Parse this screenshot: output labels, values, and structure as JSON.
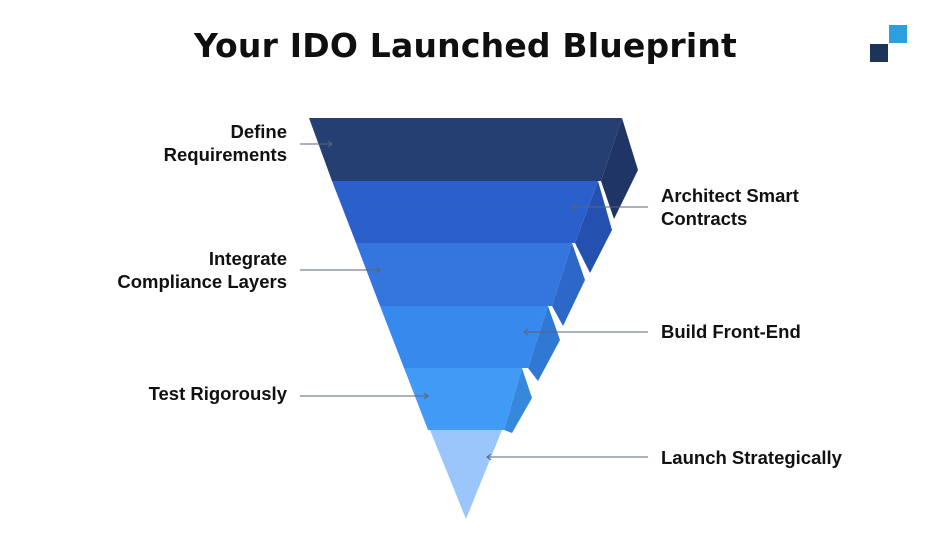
{
  "title": "Your IDO Launched Blueprint",
  "logo_colors": [
    "#2b9fe0",
    "#1b3457"
  ],
  "steps": [
    {
      "lines": [
        "Define",
        "Requirements"
      ],
      "side": "left",
      "color": "#263f72"
    },
    {
      "lines": [
        "Architect Smart",
        "Contracts"
      ],
      "side": "right",
      "color": "#2b5fca"
    },
    {
      "lines": [
        "Integrate",
        "Compliance Layers"
      ],
      "side": "left",
      "color": "#3476de"
    },
    {
      "lines": [
        "Build Front-End"
      ],
      "side": "right",
      "color": "#3789ee"
    },
    {
      "lines": [
        "Test Rigorously"
      ],
      "side": "left",
      "color": "#419bf6"
    },
    {
      "lines": [
        "Launch Strategically"
      ],
      "side": "right",
      "color": "#9ac6fb"
    }
  ]
}
